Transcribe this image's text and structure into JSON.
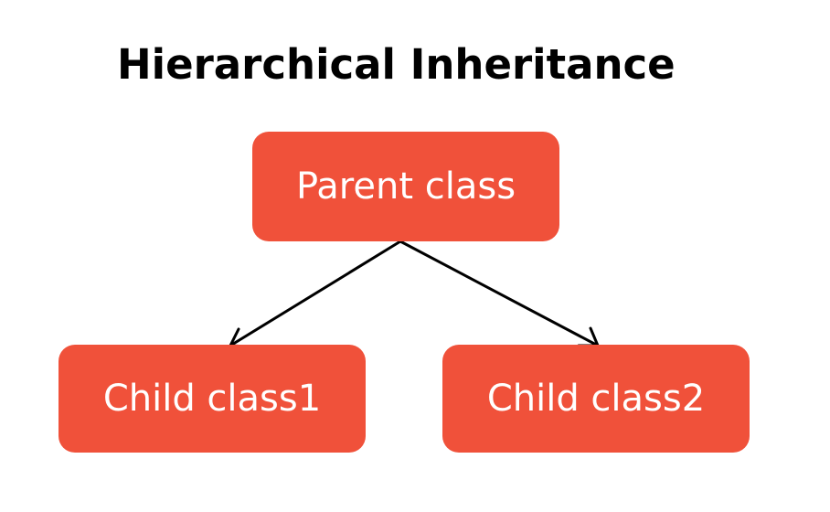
{
  "diagram": {
    "title": "Hierarchical Inheritance",
    "node_color": "#f0513a",
    "text_color": "#ffffff",
    "edge_color": "#000000",
    "nodes": {
      "parent": {
        "label": "Parent class"
      },
      "child1": {
        "label": "Child class1"
      },
      "child2": {
        "label": "Child class2"
      }
    },
    "edges": [
      {
        "from": "parent",
        "to": "child1"
      },
      {
        "from": "parent",
        "to": "child2"
      }
    ]
  }
}
